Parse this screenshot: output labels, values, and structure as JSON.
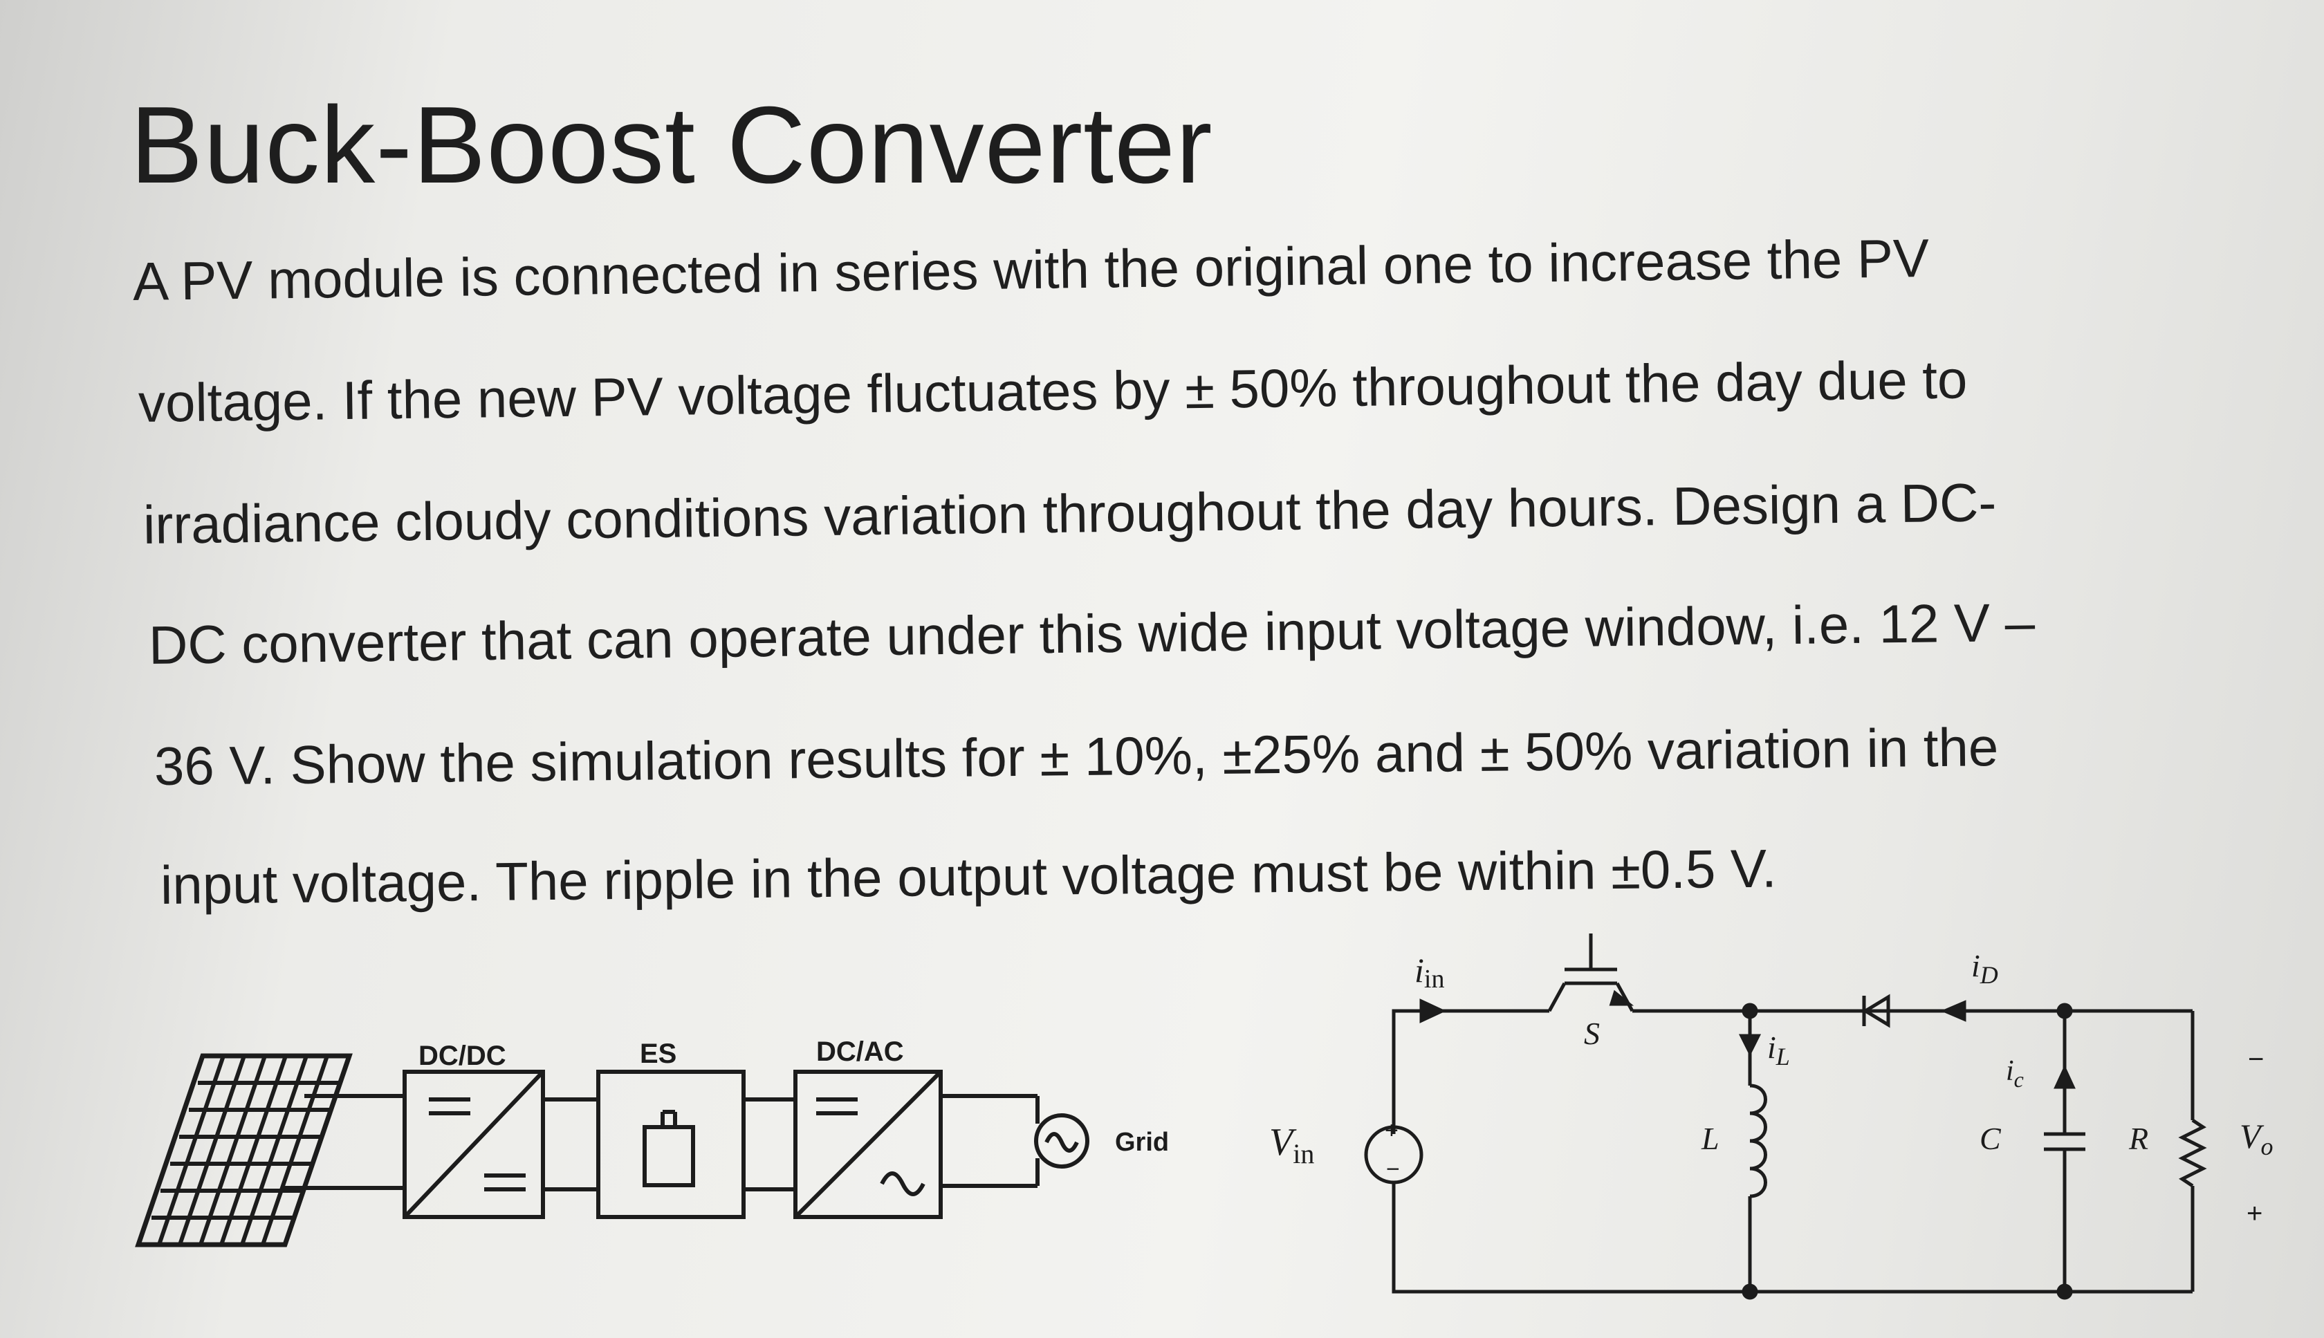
{
  "slide": {
    "title": "Buck-Boost Converter",
    "lines": [
      "A PV module is connected in series with the original one to increase the PV",
      "voltage. If the new PV voltage fluctuates by ± 50% throughout the day due to",
      "irradiance cloudy conditions variation throughout the day hours. Design a DC-",
      "DC converter that can operate under this wide input voltage window, i.e. 12 V –",
      "36 V. Show the simulation results for ± 10%, ±25% and ± 50% variation in the",
      "input voltage. The ripple in the output voltage must be within ±0.5 V."
    ]
  },
  "system_diagram": {
    "dcdc_label": "DC/DC",
    "es_label": "ES",
    "dcac_label": "DC/AC",
    "grid_label": "Grid"
  },
  "circuit": {
    "iin": "i",
    "iin_sub": "in",
    "vin": "V",
    "vin_sub": "in",
    "switch": "S",
    "il": "i",
    "il_sub": "L",
    "inductor": "L",
    "id": "i",
    "id_sub": "D",
    "ic": "i",
    "ic_sub": "c",
    "capacitor": "C",
    "resistor": "R",
    "vo": "V",
    "vo_sub": "o",
    "plus": "+",
    "minus": "−"
  }
}
